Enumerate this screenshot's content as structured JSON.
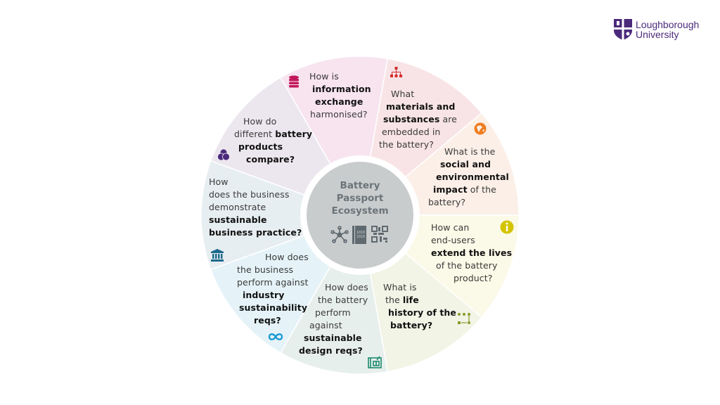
{
  "logo": {
    "line1": "Loughborough",
    "line2": "University",
    "color": "#4b2a7b"
  },
  "center": {
    "title_lines": [
      "Battery",
      "Passport",
      "Ecosystem"
    ],
    "icons": [
      "network-icon",
      "book-icon",
      "qr-code-icon"
    ]
  },
  "segments": [
    {
      "id": "information-exchange",
      "color": "#f7e4ef",
      "icon": "database-icon",
      "icon_color": "#c2185b",
      "lines": [
        [
          {
            "t": "How is",
            "b": false
          }
        ],
        [
          {
            "t": "information",
            "b": true
          }
        ],
        [
          {
            "t": "exchange",
            "b": true
          }
        ],
        [
          {
            "t": "harmonised?",
            "b": false
          }
        ]
      ]
    },
    {
      "id": "materials",
      "color": "#f8e4e6",
      "icon": "hierarchy-icon",
      "icon_color": "#d32f2f",
      "lines": [
        [
          {
            "t": "What",
            "b": false
          }
        ],
        [
          {
            "t": "materials and",
            "b": true
          }
        ],
        [
          {
            "t": "substances",
            "b": true
          },
          {
            "t": " are",
            "b": false
          }
        ],
        [
          {
            "t": "embedded in",
            "b": false
          }
        ],
        [
          {
            "t": "the battery?",
            "b": false
          }
        ]
      ]
    },
    {
      "id": "social-environmental",
      "color": "#fbefe7",
      "icon": "globe-icon",
      "icon_color": "#ef7d22",
      "lines": [
        [
          {
            "t": "What is the",
            "b": false
          }
        ],
        [
          {
            "t": "social and",
            "b": true
          }
        ],
        [
          {
            "t": "environmental",
            "b": true
          }
        ],
        [
          {
            "t": "impact",
            "b": true
          },
          {
            "t": " of the",
            "b": false
          }
        ],
        [
          {
            "t": "battery?",
            "b": false
          }
        ]
      ]
    },
    {
      "id": "end-users",
      "color": "#fbf9e7",
      "icon": "info-icon",
      "icon_color": "#d4c400",
      "lines": [
        [
          {
            "t": "How can",
            "b": false
          }
        ],
        [
          {
            "t": "end-users",
            "b": false
          }
        ],
        [
          {
            "t": "extend the lives",
            "b": true
          }
        ],
        [
          {
            "t": "of the battery",
            "b": false
          }
        ],
        [
          {
            "t": "product?",
            "b": false
          }
        ]
      ]
    },
    {
      "id": "life-history",
      "color": "#f2f4e6",
      "icon": "flow-icon",
      "icon_color": "#8a9a2a",
      "lines": [
        [
          {
            "t": "What is",
            "b": false
          }
        ],
        [
          {
            "t": "the ",
            "b": false
          },
          {
            "t": "life",
            "b": true
          }
        ],
        [
          {
            "t": "history of the",
            "b": true
          }
        ],
        [
          {
            "t": "battery?",
            "b": true
          }
        ]
      ]
    },
    {
      "id": "sustainable-design",
      "color": "#e7efed",
      "icon": "blueprint-icon",
      "icon_color": "#1b8a6b",
      "lines": [
        [
          {
            "t": "How does",
            "b": false
          }
        ],
        [
          {
            "t": "the battery",
            "b": false
          }
        ],
        [
          {
            "t": "perform",
            "b": false
          }
        ],
        [
          {
            "t": "against",
            "b": false
          }
        ],
        [
          {
            "t": "sustainable",
            "b": true
          }
        ],
        [
          {
            "t": "design reqs?",
            "b": true
          }
        ]
      ]
    },
    {
      "id": "industry-sustainability",
      "color": "#e5f3f8",
      "icon": "infinity-icon",
      "icon_color": "#1a9ad6",
      "lines": [
        [
          {
            "t": "How does",
            "b": false
          }
        ],
        [
          {
            "t": "the business",
            "b": false
          }
        ],
        [
          {
            "t": "perform against",
            "b": false
          }
        ],
        [
          {
            "t": "industry",
            "b": true
          }
        ],
        [
          {
            "t": "sustainability",
            "b": true
          }
        ],
        [
          {
            "t": "reqs?",
            "b": true
          }
        ]
      ]
    },
    {
      "id": "business-practice",
      "color": "#e7eef1",
      "icon": "bank-icon",
      "icon_color": "#1d6a8c",
      "lines": [
        [
          {
            "t": "How",
            "b": false
          }
        ],
        [
          {
            "t": "does the business",
            "b": false
          }
        ],
        [
          {
            "t": "demonstrate",
            "b": false
          }
        ],
        [
          {
            "t": "sustainable",
            "b": true
          }
        ],
        [
          {
            "t": "business practice?",
            "b": true
          }
        ]
      ]
    },
    {
      "id": "product-compare",
      "color": "#ece7ef",
      "icon": "venn-icon",
      "icon_color": "#4b2a7b",
      "lines": [
        [
          {
            "t": "How do",
            "b": false
          }
        ],
        [
          {
            "t": "different ",
            "b": false
          },
          {
            "t": "battery",
            "b": true
          }
        ],
        [
          {
            "t": "products",
            "b": true
          }
        ],
        [
          {
            "t": "compare?",
            "b": true
          }
        ]
      ]
    }
  ]
}
